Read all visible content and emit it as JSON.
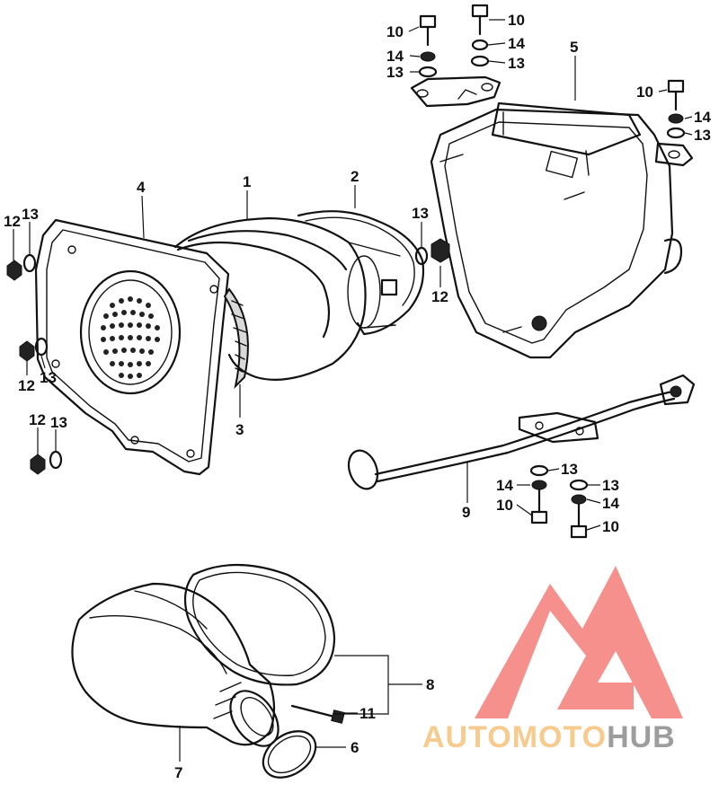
{
  "diagram": {
    "callouts": {
      "c10_a": "10",
      "c14_a": "14",
      "c13_a": "13",
      "c10_b": "10",
      "c14_b": "14",
      "c13_b": "13",
      "c5": "5",
      "c10_c": "10",
      "c14_c": "14",
      "c13_c": "13",
      "c4": "4",
      "c1": "1",
      "c2": "2",
      "c12_a": "12",
      "c13_d": "13",
      "c13_e": "13",
      "c12_b": "12",
      "c12_c": "12",
      "c13_f": "13",
      "c3": "3",
      "c12_d": "12",
      "c13_g": "13",
      "c13_h": "13",
      "c14_d": "14",
      "c10_d": "10",
      "c13_i": "13",
      "c14_e": "14",
      "c10_e": "10",
      "c9": "9",
      "c8": "8",
      "c11": "11",
      "c6": "6",
      "c7": "7"
    }
  },
  "watermark": {
    "word_a": "AUTOMOTO",
    "word_b": "HUB",
    "color_a": "#f6c27a",
    "color_b": "#8c8c8c",
    "triangle_color": "#f47d78"
  }
}
